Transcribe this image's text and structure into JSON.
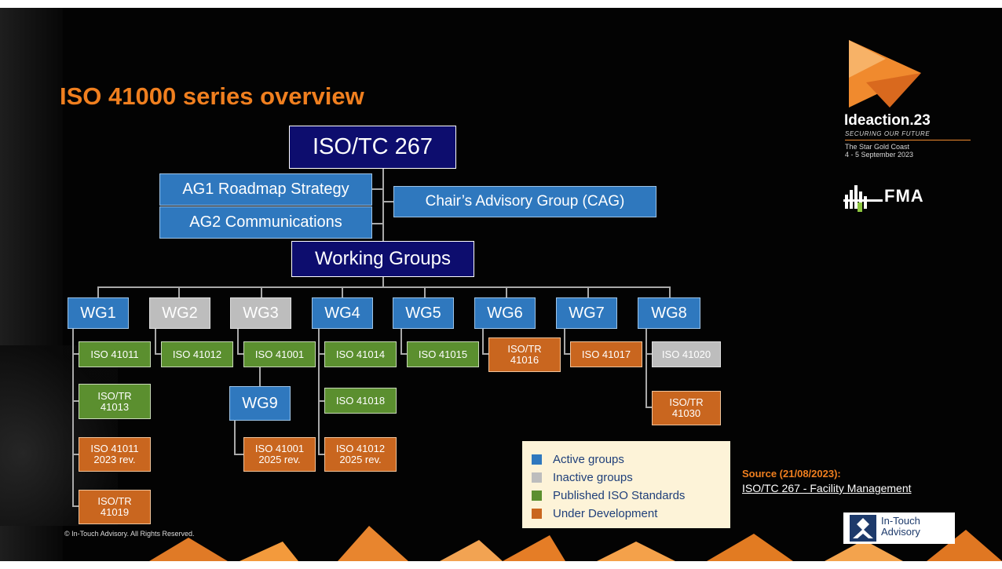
{
  "title": "ISO 41000 series overview",
  "colors": {
    "title": "#f07f1f",
    "top_nodes": "#0d0d6e",
    "active": "#2f78be",
    "inactive": "#bdbdbd",
    "published": "#5b8f2f",
    "under_development": "#c9661f",
    "legend_bg": "#fdf3d8"
  },
  "org_chart": {
    "root": "ISO/TC 267",
    "advisory_groups": [
      "AG1 Roadmap Strategy",
      "AG2 Communications"
    ],
    "chair_group": "Chair’s Advisory Group (CAG)",
    "working_groups_label": "Working Groups",
    "working_groups": [
      {
        "name": "WG1",
        "status": "active",
        "standards": [
          {
            "label": "ISO 41011",
            "status": "published"
          },
          {
            "label": "ISO/TR\n41013",
            "status": "published"
          },
          {
            "label": "ISO 41011\n2023 rev.",
            "status": "under_development"
          },
          {
            "label": "ISO/TR\n41019",
            "status": "under_development"
          }
        ]
      },
      {
        "name": "WG2",
        "status": "inactive",
        "standards": [
          {
            "label": "ISO 41012",
            "status": "published"
          }
        ]
      },
      {
        "name": "WG3",
        "status": "inactive",
        "standards": [
          {
            "label": "ISO 41001",
            "status": "published"
          }
        ]
      },
      {
        "name": "WG9",
        "status": "active",
        "parent": "WG3",
        "standards": [
          {
            "label": "ISO 41001\n2025 rev.",
            "status": "under_development"
          }
        ]
      },
      {
        "name": "WG4",
        "status": "active",
        "standards": [
          {
            "label": "ISO 41014",
            "status": "published"
          },
          {
            "label": "ISO 41018",
            "status": "published"
          },
          {
            "label": "ISO 41012\n2025 rev.",
            "status": "under_development"
          }
        ]
      },
      {
        "name": "WG5",
        "status": "active",
        "standards": [
          {
            "label": "ISO 41015",
            "status": "published"
          }
        ]
      },
      {
        "name": "WG6",
        "status": "active",
        "standards": [
          {
            "label": "ISO/TR\n41016",
            "status": "under_development"
          }
        ]
      },
      {
        "name": "WG7",
        "status": "active",
        "standards": [
          {
            "label": "ISO 41017",
            "status": "under_development"
          }
        ]
      },
      {
        "name": "WG8",
        "status": "active",
        "standards": [
          {
            "label": "ISO 41020",
            "status": "inactive"
          },
          {
            "label": "ISO/TR\n41030",
            "status": "under_development"
          }
        ]
      }
    ]
  },
  "legend": [
    {
      "label": "Active groups",
      "color": "#2f78be"
    },
    {
      "label": "Inactive groups",
      "color": "#bdbdbd"
    },
    {
      "label": "Published ISO Standards",
      "color": "#5b8f2f"
    },
    {
      "label": "Under Development",
      "color": "#c9661f"
    }
  ],
  "event": {
    "name": "Ideaction.23",
    "tagline": "SECURING OUR FUTURE",
    "venue": "The Star Gold Coast",
    "dates": "4 - 5 September 2023"
  },
  "fma_logo_text": "FMA",
  "source": {
    "heading": "Source (21/08/2023):",
    "link_text": "ISO/TC 267 - Facility Management"
  },
  "intouch": {
    "line1": "In-Touch",
    "line2": "Advisory"
  },
  "copyright": "© In-Touch Advisory. All Rights Reserved."
}
